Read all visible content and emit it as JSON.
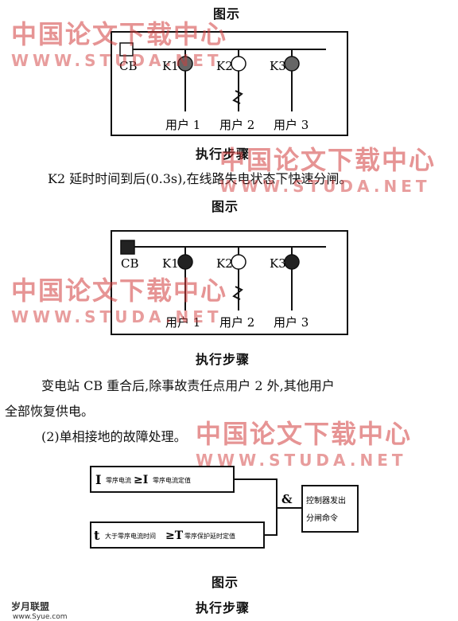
{
  "captions": {
    "fig1_top": "图示",
    "step1": "执行步骤",
    "fig2_top": "图示",
    "step2": "执行步骤",
    "fig3_bottom": "图示",
    "step3": "执行步骤"
  },
  "paragraphs": {
    "p1": "K2 延时时间到后(0.3s),在线路失电状态下快速分闸。",
    "p2a": "变电站 CB 重合后,除事故责任点用户 2 外,其他用户",
    "p2b": "全部恢复供电。",
    "p3": "(2)单相接地的故障处理。"
  },
  "diagram_labels": {
    "cb": "CB",
    "k1": "K1",
    "k2": "K2",
    "k3": "K3",
    "user1": "用户 1",
    "user2": "用户 2",
    "user3": "用户 3"
  },
  "logic": {
    "box1_symbol": "I",
    "box1_text_a": "零序电流",
    "box1_ge": "≥I",
    "box1_text_b": "零序电流定值",
    "box2_symbol": "t",
    "box2_text_a": "大于零序电流时间",
    "box2_ge": "≥T",
    "box2_text_b": "零序保护延时定值",
    "and": "&",
    "out_line1": "控制器发出",
    "out_line2": "分闸命令"
  },
  "watermark": {
    "cn": "中国论文下载中心",
    "en": "WWW.STUDA.NET"
  },
  "footer": {
    "logo": "岁月联盟",
    "url": "www.Syue.com"
  },
  "colors": {
    "watermark": "#d23c3c",
    "ink": "#111111"
  }
}
